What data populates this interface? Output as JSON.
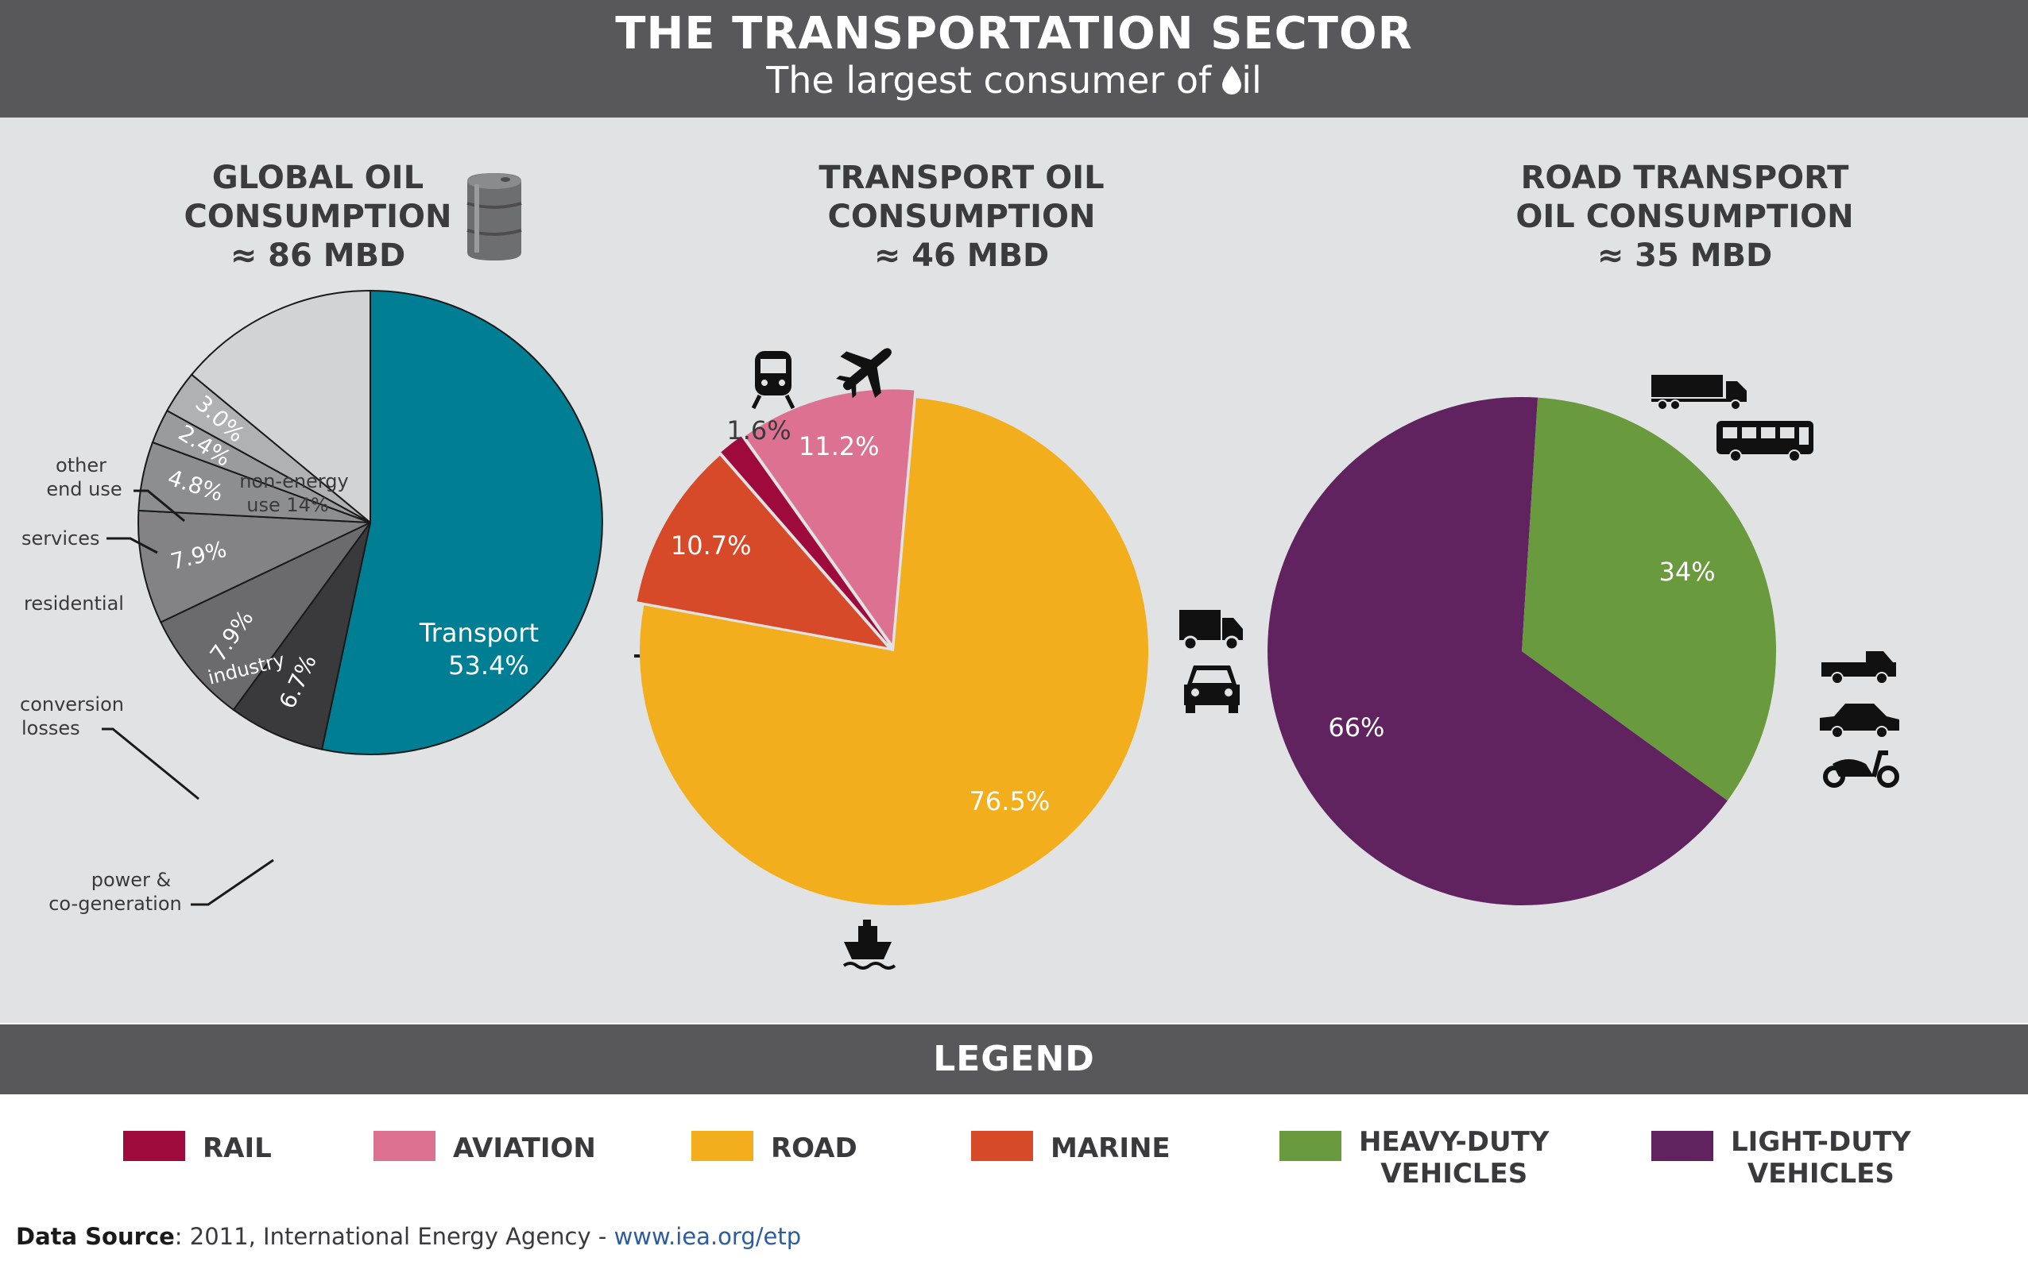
{
  "header": {
    "title": "THE TRANSPORTATION SECTOR",
    "subtitle": "The largest consumer of",
    "subtitle_suffix": "il"
  },
  "columns": [
    {
      "line1": "GLOBAL OIL",
      "line2": "CONSUMPTION",
      "line3": "≈ 86 MBD"
    },
    {
      "line1": "TRANSPORT OIL",
      "line2": "CONSUMPTION",
      "line3": "≈ 46 MBD"
    },
    {
      "line1": "ROAD TRANSPORT",
      "line2": "OIL CONSUMPTION",
      "line3": "≈ 35 MBD"
    }
  ],
  "chart_data": [
    {
      "type": "pie",
      "title": "GLOBAL OIL CONSUMPTION ≈ 86 MBD",
      "slices": [
        {
          "label": "Transport",
          "value": 53.4,
          "value_label": "53.4%",
          "color": "#007e94"
        },
        {
          "label": "power & co-generation",
          "value": 6.7,
          "value_label": "6.7%",
          "color": "#3a3a3c"
        },
        {
          "label": "conversion losses",
          "value": 7.9,
          "value_label": "7.9%",
          "color": "#6b6b6d"
        },
        {
          "label": "industry",
          "value": 7.9,
          "value_label": "7.9%",
          "color": "#838385"
        },
        {
          "label": "residential",
          "value": 4.8,
          "value_label": "4.8%",
          "color": "#8d8e90"
        },
        {
          "label": "services",
          "value": 2.4,
          "value_label": "2.4%",
          "color": "#9a9b9d"
        },
        {
          "label": "other end use",
          "value": 3.0,
          "value_label": "3.0%",
          "color": "#b0b1b3"
        },
        {
          "label": "non-energy use",
          "value": 14,
          "value_label": "14%",
          "color": "#d2d3d5"
        }
      ]
    },
    {
      "type": "pie",
      "title": "TRANSPORT OIL CONSUMPTION ≈ 46 MBD",
      "slices": [
        {
          "label": "Road",
          "value": 76.5,
          "value_label": "76.5%",
          "color": "#f2ae1c"
        },
        {
          "label": "Marine",
          "value": 10.7,
          "value_label": "10.7%",
          "color": "#d74a29"
        },
        {
          "label": "Rail",
          "value": 1.6,
          "value_label": "1.6%",
          "color": "#9e0a3c"
        },
        {
          "label": "Aviation",
          "value": 11.2,
          "value_label": "11.2%",
          "color": "#dc7191"
        }
      ]
    },
    {
      "type": "pie",
      "title": "ROAD TRANSPORT OIL CONSUMPTION ≈ 35 MBD",
      "slices": [
        {
          "label": "Light-duty vehicles",
          "value": 66,
          "value_label": "66%",
          "color": "#602360"
        },
        {
          "label": "Heavy-duty vehicles",
          "value": 34,
          "value_label": "34%",
          "color": "#6a9a3e"
        }
      ]
    }
  ],
  "global_labels": {
    "other": [
      "other",
      "end use"
    ],
    "services": "services",
    "residential": "residential",
    "conversion": [
      "conversion",
      "losses"
    ],
    "power": [
      "power &",
      "co-generation"
    ],
    "nonenergy": [
      "non-energy",
      "use  14%"
    ],
    "industry": "industry",
    "transport": [
      "Transport",
      "53.4%"
    ]
  },
  "icons": {
    "barrel": "oil-barrel-icon",
    "train": "train-icon",
    "plane": "airplane-icon",
    "ship": "ship-icon",
    "truck": "truck-icon",
    "car_front": "car-front-icon",
    "semi": "semi-truck-icon",
    "bus": "bus-icon",
    "pickup": "pickup-truck-icon",
    "sedan": "sedan-car-icon",
    "scooter": "scooter-icon",
    "drop": "oil-drop-icon"
  },
  "legend": {
    "title": "LEGEND",
    "items": [
      {
        "label": "RAIL",
        "color": "#9e0a3c"
      },
      {
        "label": "AVIATION",
        "color": "#dc7191"
      },
      {
        "label": "ROAD",
        "color": "#f2ae1c"
      },
      {
        "label": "MARINE",
        "color": "#d74a29"
      },
      {
        "label": "HEAVY-DUTY\nVEHICLES",
        "color": "#6a9a3e"
      },
      {
        "label": "LIGHT-DUTY\nVEHICLES",
        "color": "#602360"
      }
    ]
  },
  "source": {
    "label": "Data Source",
    "text": ": 2011, International Energy Agency - ",
    "url": "www.iea.org/etp"
  }
}
